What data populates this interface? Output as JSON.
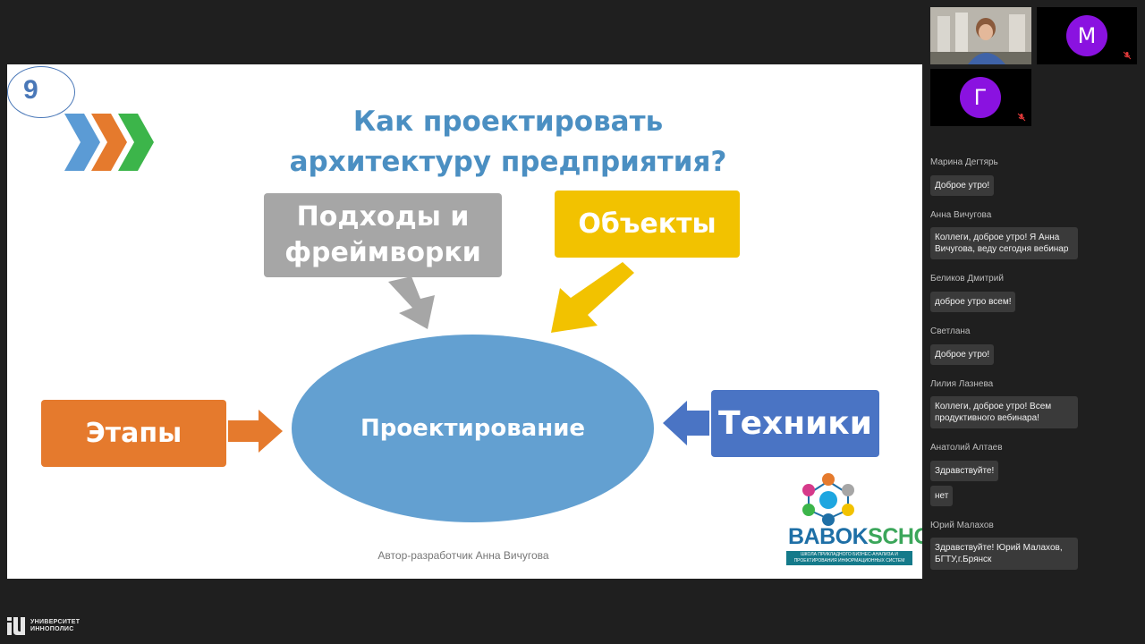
{
  "slide": {
    "number": "9",
    "title_line1": "Как проектировать",
    "title_line2": "архитектуру предприятия?",
    "box_approaches_line1": "Подходы и",
    "box_approaches_line2": "фреймворки",
    "box_objects": "Объекты",
    "box_stages": "Этапы",
    "box_techniques": "Техники",
    "center": "Проектирование",
    "author": "Автор-разработчик Анна Вичугова",
    "logo_babok": "BABOK",
    "logo_school": "SCHOOL",
    "logo_sub_line1": "ШКОЛА ПРИКЛАДНОГО БИЗНЕС-АНАЛИЗА И",
    "logo_sub_line2": "ПРОЕКТИРОВАНИЯ ИНФОРМАЦИОННЫХ СИСТЕМ",
    "colors": {
      "title": "#4b8fc2",
      "gray": "#a6a6a6",
      "yellow": "#f2c200",
      "orange": "#e57a2d",
      "blue": "#4a74c4",
      "ellipse": "#63a0d1"
    }
  },
  "participants": [
    {
      "initial": "М",
      "muted": true
    },
    {
      "initial": "Г",
      "muted": true
    }
  ],
  "chat": [
    {
      "author": "Марина Дегтярь",
      "messages": [
        "Доброе утро!"
      ]
    },
    {
      "author": "Анна Вичугова",
      "messages": [
        "Коллеги, доброе утро! Я Анна Вичугова, веду сегодня вебинар"
      ]
    },
    {
      "author": "Беликов Дмитрий",
      "messages": [
        "доброе утро всем!"
      ]
    },
    {
      "author": "Светлана",
      "messages": [
        "Доброе утро!"
      ]
    },
    {
      "author": "Лилия Лазнева",
      "messages": [
        "Коллеги, доброе утро! Всем продуктивного вебинара!"
      ]
    },
    {
      "author": "Анатолий Алтаев",
      "messages": [
        "Здравствуйте!",
        "нет"
      ]
    },
    {
      "author": "Юрий Малахов",
      "messages": [
        "Здравствуйте! Юрий Малахов, БГТУ,г.Брянск"
      ]
    }
  ],
  "brand": {
    "line1": "УНИВЕРСИТЕТ",
    "line2": "ИННОПОЛИС"
  }
}
